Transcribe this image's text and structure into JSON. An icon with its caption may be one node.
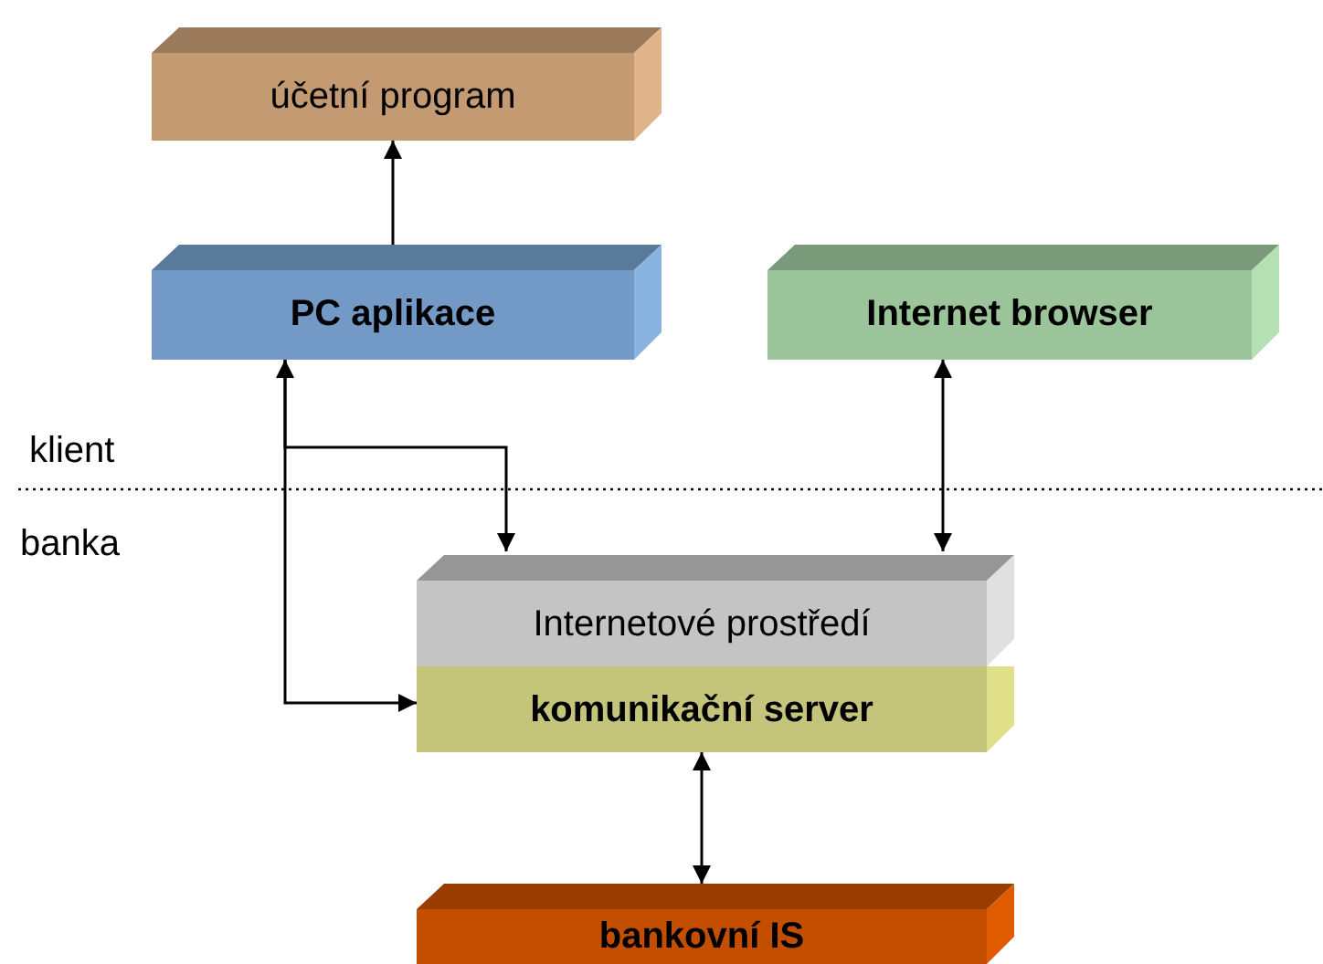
{
  "diagram": {
    "nodes": [
      {
        "text": [
          "účetní program"
        ]
      },
      {
        "text": [
          "PC aplikace"
        ]
      },
      {
        "text": [
          "Internet browser"
        ]
      },
      {
        "text": [
          "Internetové prostředí"
        ]
      },
      {
        "text": [
          "komunikační server"
        ]
      },
      {
        "text": [
          "bankovní IS"
        ]
      }
    ],
    "edges": [
      {
        "from": 1,
        "to": 0,
        "arrow": "to"
      },
      {
        "from": 1,
        "to": 4,
        "arrow": "both"
      },
      {
        "from": 1,
        "to": 3,
        "arrow": "to"
      },
      {
        "from": 2,
        "to": 3,
        "arrow": "both"
      },
      {
        "from": 4,
        "to": 5,
        "arrow": "both"
      }
    ],
    "labels": [
      "klient",
      "banka"
    ]
  }
}
